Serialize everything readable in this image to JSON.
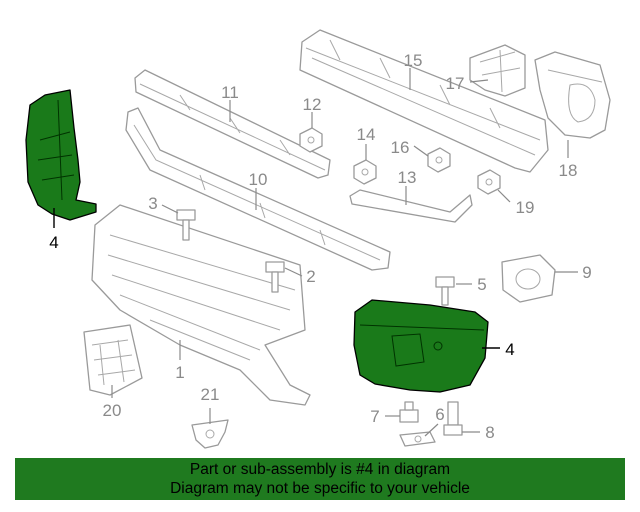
{
  "callouts": {
    "c1": "1",
    "c2": "2",
    "c3": "3",
    "c4_left": "4",
    "c4_right": "4",
    "c5": "5",
    "c6": "6",
    "c7": "7",
    "c8": "8",
    "c9": "9",
    "c10": "10",
    "c11": "11",
    "c12": "12",
    "c13": "13",
    "c14": "14",
    "c15": "15",
    "c16": "16",
    "c17": "17",
    "c18": "18",
    "c19": "19",
    "c20": "20",
    "c21": "21"
  },
  "banner": {
    "line1": "Part or sub-assembly is #4 in diagram",
    "line2": "Diagram may not be specific to your vehicle"
  },
  "colors": {
    "highlight_part": "#1a7a1a",
    "banner_bg": "#1f7a1f",
    "line_art": "#9a9a9a"
  }
}
